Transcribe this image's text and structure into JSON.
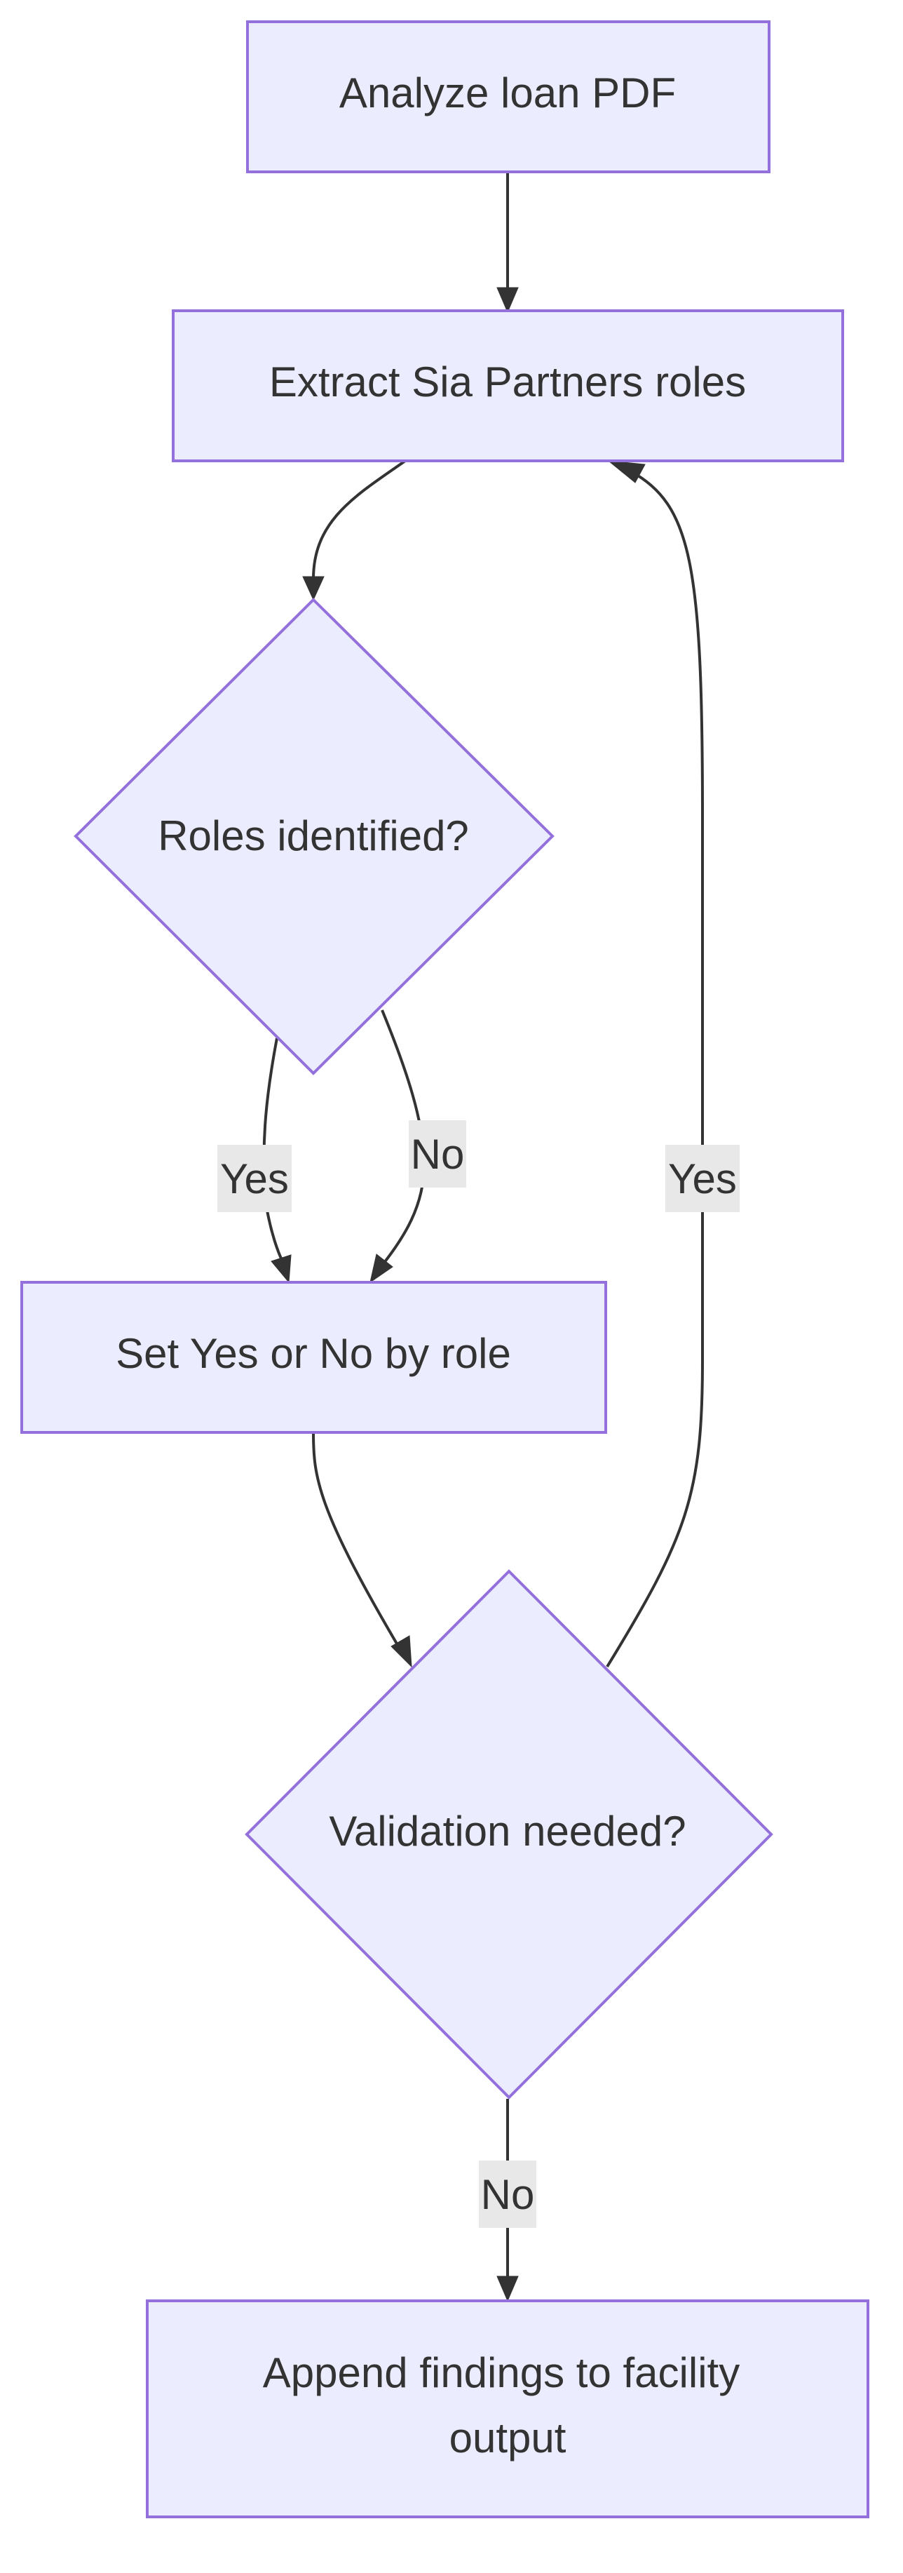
{
  "colors": {
    "node_fill": "#ECECFF",
    "node_stroke": "#9370DB",
    "edge": "#333333",
    "label_bg": "#E8E8E8",
    "text": "#333333"
  },
  "nodes": {
    "analyze": {
      "lines": [
        "Analyze loan PDF"
      ]
    },
    "extract": {
      "lines": [
        "Extract Sia Partners roles"
      ]
    },
    "roles": {
      "lines": [
        "Roles identified?"
      ]
    },
    "set": {
      "lines": [
        "Set Yes or No by role"
      ]
    },
    "validation": {
      "lines": [
        "Validation needed?"
      ]
    },
    "append": {
      "lines": [
        "Append findings to facility",
        "output"
      ]
    }
  },
  "edges": {
    "roles_yes": {
      "label": "Yes"
    },
    "roles_no": {
      "label": "No"
    },
    "validation_yes": {
      "label": "Yes"
    },
    "validation_no": {
      "label": "No"
    }
  }
}
